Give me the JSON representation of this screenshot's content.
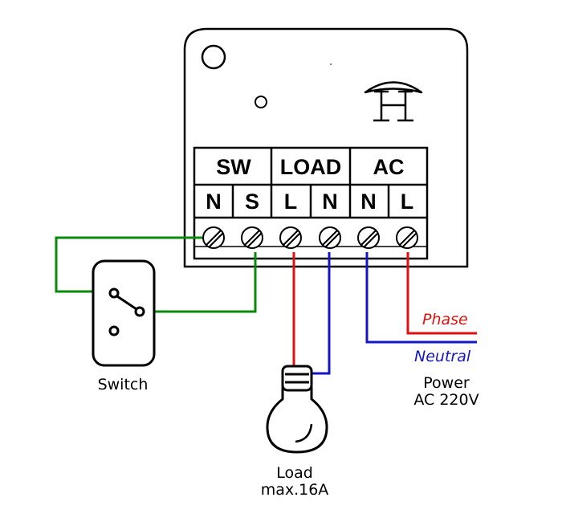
{
  "module": {
    "groups": [
      {
        "label": "SW",
        "terminals": [
          "N",
          "S"
        ]
      },
      {
        "label": "LOAD",
        "terminals": [
          "L",
          "N"
        ]
      },
      {
        "label": "AC",
        "terminals": [
          "N",
          "L"
        ]
      }
    ]
  },
  "labels": {
    "switch": "Switch",
    "load_line1": "Load",
    "load_line2": "max.16A",
    "phase": "Phase",
    "neutral": "Neutral",
    "power_line1": "Power",
    "power_line2": "AC 220V"
  },
  "colors": {
    "switch_wire": "#0a8a0a",
    "phase_wire": "#e01010",
    "neutral_wire": "#1414c8",
    "outline": "#000000"
  }
}
